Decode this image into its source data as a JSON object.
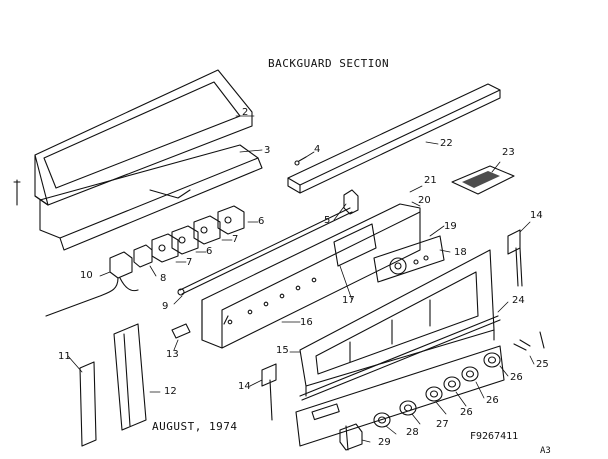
{
  "title": "BACKGUARD SECTION",
  "date": "AUGUST, 1974",
  "part_number": "F9267411",
  "revision": "A3",
  "callouts": [
    "2",
    "3",
    "4",
    "5",
    "6",
    "6",
    "7",
    "7",
    "8",
    "9",
    "10",
    "11",
    "12",
    "13",
    "14",
    "14",
    "15",
    "16",
    "17",
    "18",
    "19",
    "20",
    "21",
    "22",
    "23",
    "24",
    "25",
    "26",
    "26",
    "26",
    "26",
    "27",
    "28",
    "29"
  ]
}
